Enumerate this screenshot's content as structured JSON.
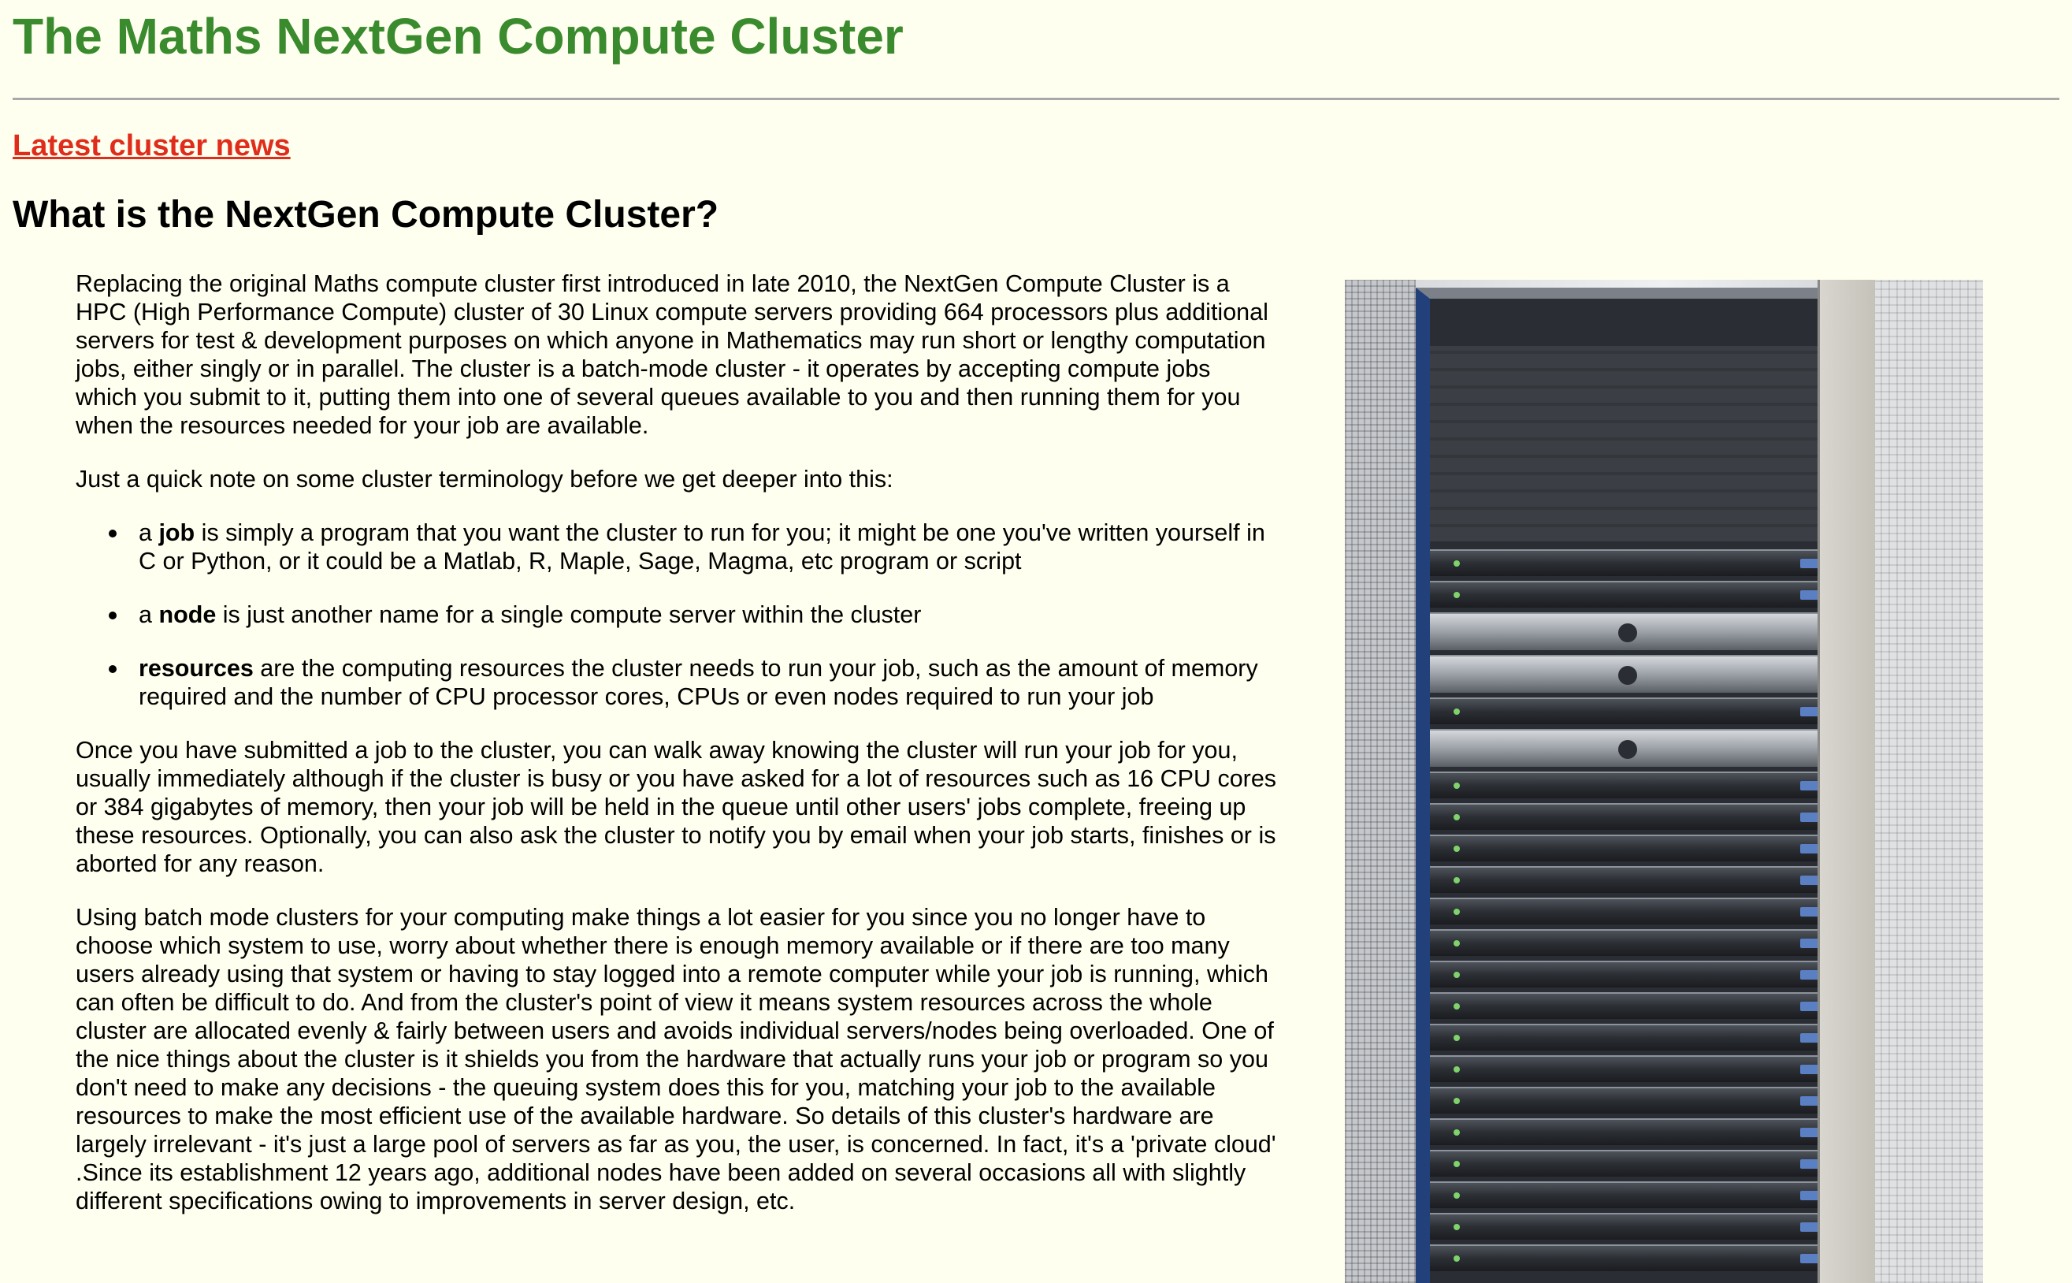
{
  "header": {
    "title": "The Maths NextGen Compute Cluster"
  },
  "news_link": "Latest cluster news",
  "section": {
    "heading": "What is the NextGen Compute Cluster?"
  },
  "intro": {
    "paragraph_1": "Replacing the original Maths compute cluster first introduced in late 2010, the NextGen Compute Cluster is a HPC (High Performance Compute) cluster of 30 Linux compute servers providing 664 processors plus additional servers for test & development purposes on which anyone in Mathematics may run short or lengthy computation jobs, either singly or in parallel. The cluster is a batch-mode cluster - it operates by accepting compute jobs which you submit to it, putting them into one of several queues available to you and then running them for you when the resources needed for your job are available.",
    "paragraph_2": "Just a quick note on some cluster terminology before we get deeper into this:"
  },
  "terms": [
    {
      "prefix": "a ",
      "term": "job",
      "text": " is simply a program that you want the cluster to run for you; it might be one you've written yourself in C or Python, or it could be a Matlab, R, Maple, Sage, Magma, etc program or script"
    },
    {
      "prefix": "a ",
      "term": "node",
      "text": " is just another name for a single compute server within the cluster"
    },
    {
      "prefix": "",
      "term": "resources",
      "text": " are the computing resources the cluster needs to run your job, such as the amount of memory required and the number of CPU processor cores, CPUs or even nodes required to run your job"
    }
  ],
  "body": {
    "paragraph_3": "Once you have submitted a job to the cluster, you can walk away knowing the cluster will run your job for you, usually immediately although if the cluster is busy or you have asked for a lot of resources such as 16 CPU cores or 384 gigabytes of memory, then your job will be held in the queue until other users' jobs complete, freeing up these resources. Optionally, you can also ask the cluster to notify you by email when your job starts, finishes or is aborted for any reason.",
    "paragraph_4": "Using batch mode clusters for your computing make things a lot easier for you since you no longer have to choose which system to use, worry about whether there is enough memory available or if there are too many users already using that system or having to stay logged into a remote computer while your job is running, which can often be difficult to do. And from the cluster's point of view it means system resources across the whole cluster are allocated evenly & fairly between users and avoids individual servers/nodes being overloaded. One of the nice things about the cluster is it shields you from the hardware that actually runs your job or program so you don't need to make any decisions - the queuing system does this for you, matching your job to the available resources to make the most efficient use of the available hardware. So details of this cluster's hardware are largely irrelevant - it's just a large pool of servers as far as you, the user, is concerned. In fact, it's a 'private cloud' .Since its establishment 12 years ago, additional nodes have been added on several occasions all with slightly different specifications owing to improvements in server design, etc."
  },
  "colors": {
    "background": "#ffffef",
    "title": "#3a8a2e",
    "news_link": "#e02d1b"
  }
}
